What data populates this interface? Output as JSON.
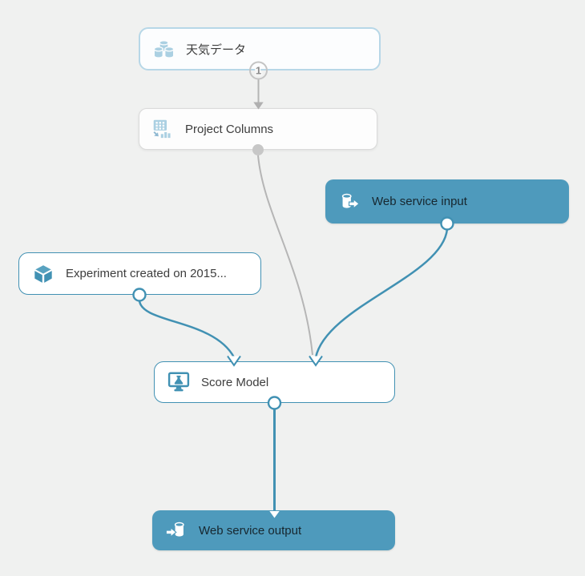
{
  "canvas": {
    "type": "ml-experiment-graph",
    "background": "#f0f1f0"
  },
  "colors": {
    "teal_node_fill": "#4e9abc",
    "teal_border_and_wire": "#4191b3",
    "light_blue_icon": "#abd0e2",
    "light_blue_border": "#b7d7e7",
    "gray_wire": "#b5b5b5",
    "gray_border": "#dadada",
    "node_text": "#3d3d3d",
    "teal_node_text": "#17272f"
  },
  "nodes": {
    "dataset": {
      "label": "天気データ",
      "icon": "dataset-cylinders-icon",
      "style": "light-blue-outline"
    },
    "project_columns": {
      "label": "Project Columns",
      "icon": "project-columns-icon",
      "style": "gray-outline"
    },
    "web_service_input": {
      "label": "Web service input",
      "icon": "web-service-input-icon",
      "style": "teal-filled"
    },
    "experiment": {
      "label": "Experiment created on 2015...",
      "icon": "experiment-cube-icon",
      "style": "teal-outline"
    },
    "score_model": {
      "label": "Score Model",
      "icon": "score-model-icon",
      "style": "teal-outline"
    },
    "web_service_output": {
      "label": "Web service output",
      "icon": "web-service-output-icon",
      "style": "teal-filled"
    }
  },
  "ports": {
    "dataset_output_badge": "1"
  },
  "connections": [
    {
      "from": "dataset",
      "to": "project_columns",
      "color": "gray"
    },
    {
      "from": "project_columns",
      "to": "score_model_right_input",
      "color": "gray"
    },
    {
      "from": "web_service_input",
      "to": "score_model_right_input",
      "color": "teal"
    },
    {
      "from": "experiment",
      "to": "score_model_left_input",
      "color": "teal"
    },
    {
      "from": "score_model",
      "to": "web_service_output",
      "color": "teal"
    }
  ]
}
